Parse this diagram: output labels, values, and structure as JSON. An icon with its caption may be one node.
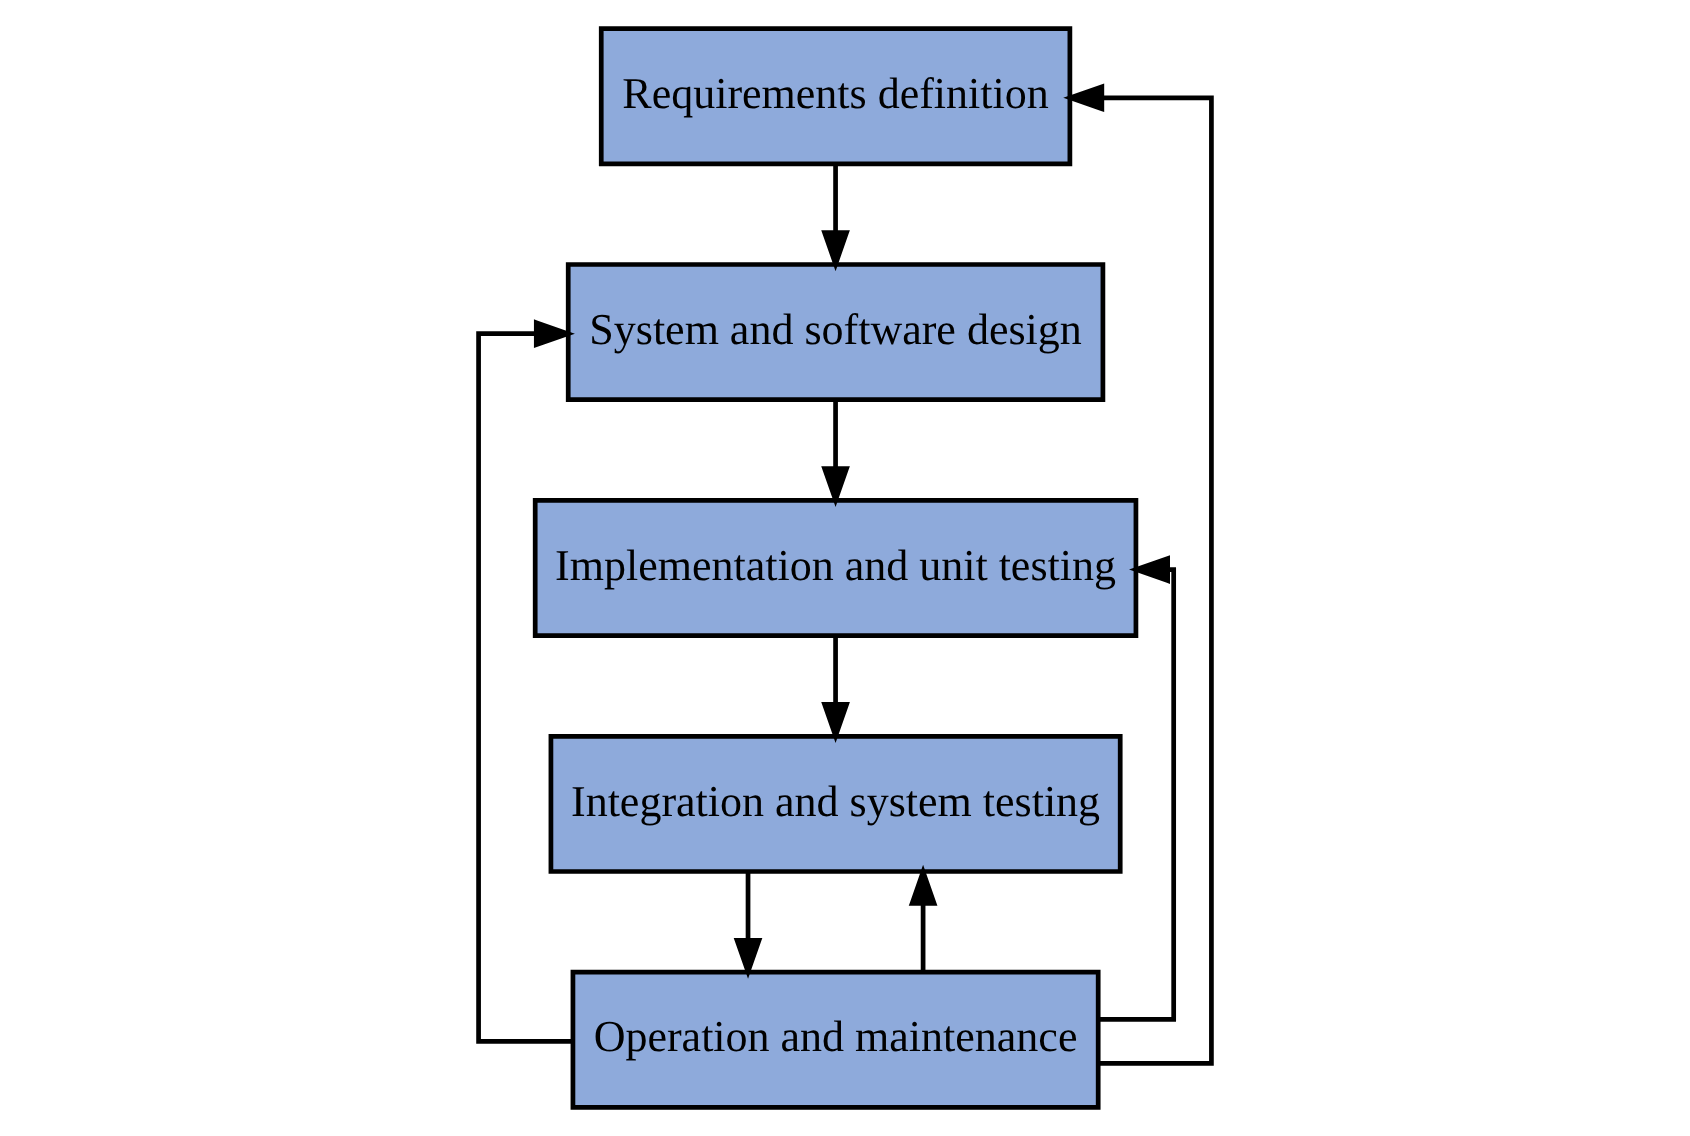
{
  "diagram": {
    "nodes": [
      {
        "text": [
          "Requirements definition"
        ]
      },
      {
        "text": [
          "System and software design"
        ]
      },
      {
        "text": [
          "Implementation and unit testing"
        ]
      },
      {
        "text": [
          "Integration and system testing"
        ]
      },
      {
        "text": [
          "Operation and maintenance"
        ]
      }
    ],
    "edges": [
      {
        "from": 0,
        "to": 1,
        "arrow": "to"
      },
      {
        "from": 1,
        "to": 2,
        "arrow": "to"
      },
      {
        "from": 2,
        "to": 3,
        "arrow": "to"
      },
      {
        "from": 3,
        "to": 4,
        "arrow": "to"
      },
      {
        "from": 4,
        "to": 0,
        "arrow": "to"
      },
      {
        "from": 4,
        "to": 1,
        "arrow": "to"
      },
      {
        "from": 4,
        "to": 2,
        "arrow": "to"
      },
      {
        "from": 4,
        "to": 3,
        "arrow": "to"
      }
    ]
  }
}
